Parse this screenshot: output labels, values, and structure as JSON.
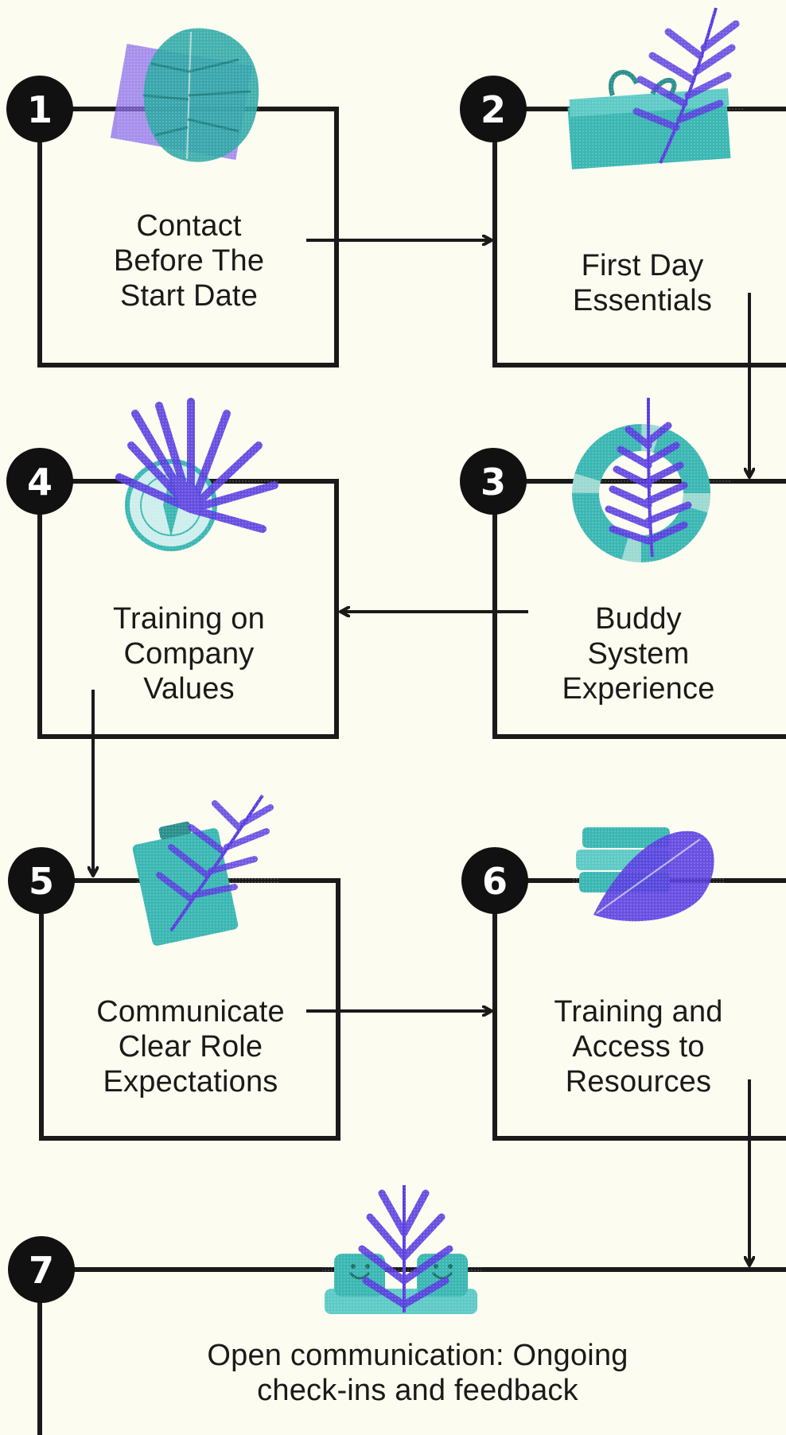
{
  "steps": [
    {
      "number": "1",
      "lines": [
        "Contact",
        "Before The",
        "Start Date"
      ]
    },
    {
      "number": "2",
      "lines": [
        "First Day",
        "Essentials"
      ]
    },
    {
      "number": "3",
      "lines": [
        "Buddy",
        "System",
        "Experience"
      ]
    },
    {
      "number": "4",
      "lines": [
        "Training on",
        "Company",
        "Values"
      ]
    },
    {
      "number": "5",
      "lines": [
        "Communicate",
        "Clear Role",
        "Expectations"
      ]
    },
    {
      "number": "6",
      "lines": [
        "Training and",
        "Access to",
        "Resources"
      ]
    },
    {
      "number": "7",
      "lines": [
        "Open communication: Ongoing",
        "check-ins and feedback"
      ]
    }
  ],
  "colors": {
    "background": "#FCFCF0",
    "line": "#1a1a1a",
    "teal": "#3BB7B3",
    "purple": "#5A3DE0"
  },
  "illustrations": [
    "monstera-leaf-icon",
    "gift-box-fern-icon",
    "life-ring-fern-icon",
    "compass-palm-icon",
    "clipboard-palm-icon",
    "books-leaf-icon",
    "smiley-blocks-leaf-icon"
  ]
}
